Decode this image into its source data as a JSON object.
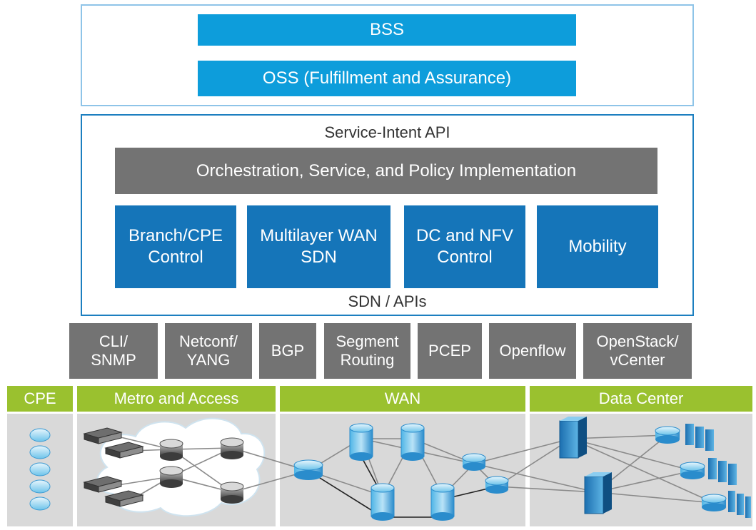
{
  "top_layer": {
    "bss_label": "BSS",
    "oss_label": "OSS (Fulfillment and Assurance)"
  },
  "control_layer": {
    "api_caption": "Service-Intent API",
    "orchestration_label": "Orchestration, Service, and Policy Implementation",
    "controllers": [
      {
        "label": "Branch/CPE\nControl"
      },
      {
        "label": "Multilayer WAN\nSDN"
      },
      {
        "label": "DC and NFV\nControl"
      },
      {
        "label": "Mobility"
      }
    ],
    "sdn_caption": "SDN / APIs"
  },
  "protocols": [
    {
      "label": "CLI/\nSNMP"
    },
    {
      "label": "Netconf/\nYANG"
    },
    {
      "label": "BGP"
    },
    {
      "label": "Segment\nRouting"
    },
    {
      "label": "PCEP"
    },
    {
      "label": "Openflow"
    },
    {
      "label": "OpenStack/\nvCenter"
    }
  ],
  "network_segments": [
    {
      "label": "CPE"
    },
    {
      "label": "Metro and Access"
    },
    {
      "label": "WAN"
    },
    {
      "label": "Data Center"
    }
  ],
  "colors": {
    "accent_blue": "#0d9ddb",
    "controller_blue": "#1575b9",
    "gray": "#737373",
    "segment_green": "#9ac12f",
    "segment_body": "#d9d9d9"
  },
  "icons": [
    "router-icon",
    "switch-icon",
    "core-router-icon",
    "server-rack-icon",
    "cloud-icon"
  ]
}
